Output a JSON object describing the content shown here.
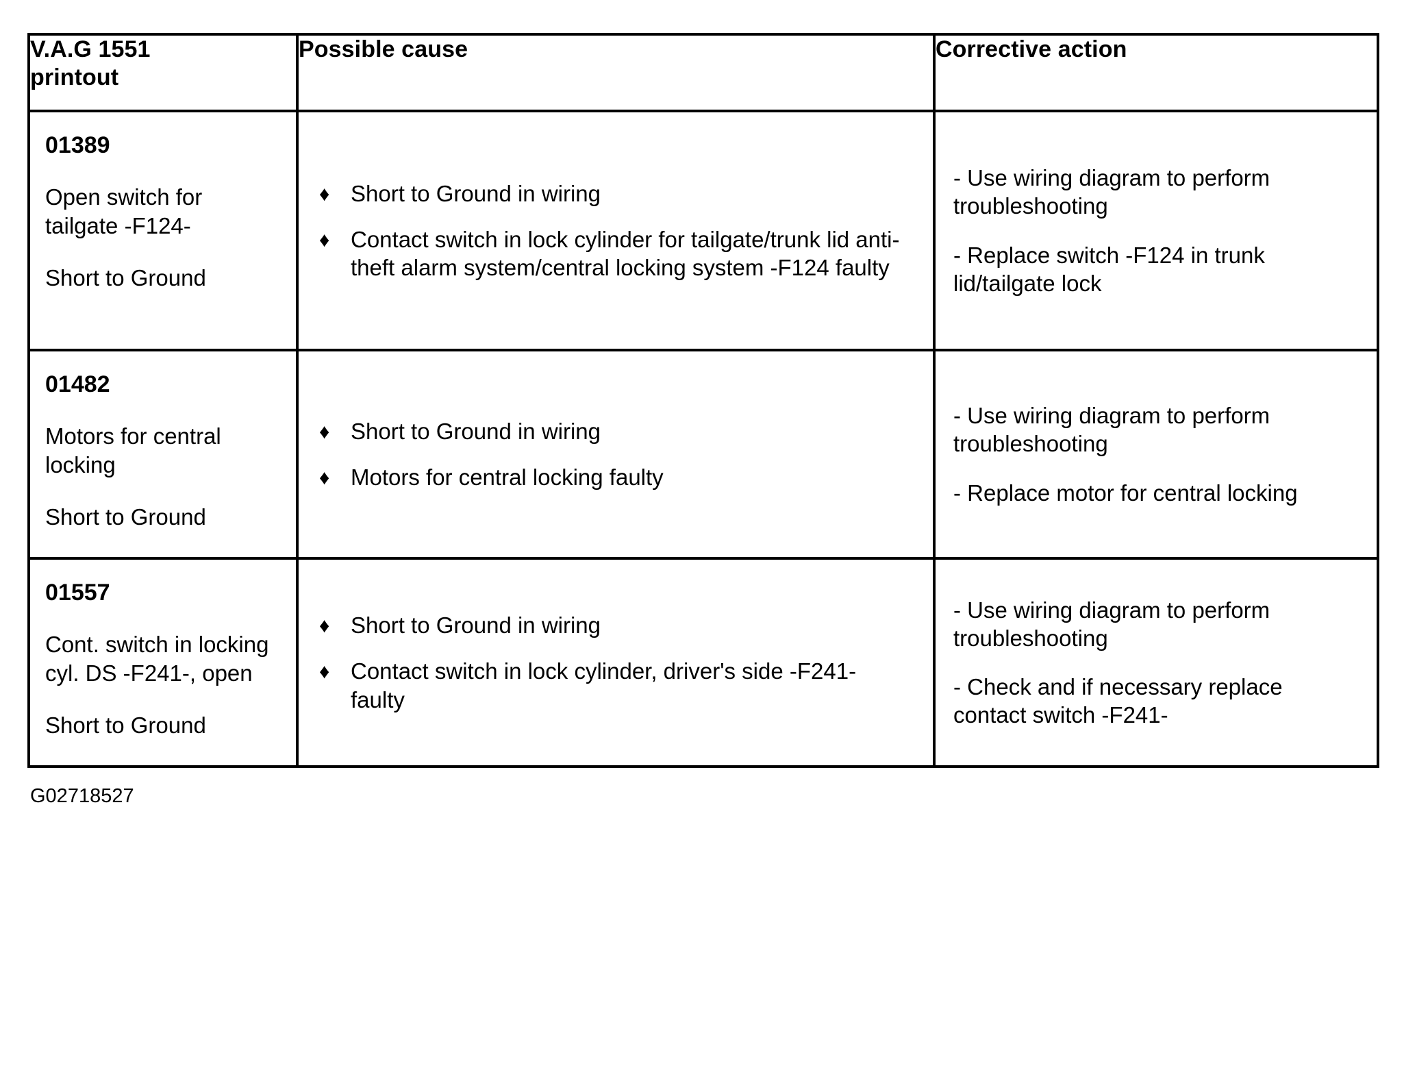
{
  "table": {
    "headers": [
      {
        "label": "V.A.G 1551\nprintout",
        "name": "header-vag-printout"
      },
      {
        "label": "Possible cause",
        "name": "header-possible-cause"
      },
      {
        "label": "Corrective action",
        "name": "header-corrective-action"
      }
    ],
    "bullet_glyph": "♦",
    "rows": [
      {
        "code": "01389",
        "description": "Open switch for tailgate -F124-",
        "fault_type": "Short to Ground",
        "causes": [
          "Short to Ground in wiring",
          "Contact switch in lock cylinder for tailgate/trunk lid anti-theft alarm system/central locking system -F124 faulty"
        ],
        "actions": [
          "- Use wiring diagram to perform troubleshooting",
          "- Replace switch -F124 in trunk lid/tailgate lock"
        ]
      },
      {
        "code": "01482",
        "description": "Motors for central locking",
        "fault_type": "Short to Ground",
        "causes": [
          "Short to Ground in wiring",
          "Motors for central locking faulty"
        ],
        "actions": [
          "- Use wiring diagram to perform troubleshooting",
          "- Replace motor for central locking"
        ]
      },
      {
        "code": "01557",
        "description": "Cont. switch in locking cyl. DS -F241-, open",
        "fault_type": "Short to Ground",
        "causes": [
          "Short to Ground in wiring",
          "Contact switch in lock cylinder, driver's side -F241- faulty"
        ],
        "actions": [
          "- Use wiring diagram to perform troubleshooting",
          "- Check and if necessary replace contact switch -F241-"
        ]
      }
    ]
  },
  "footer": {
    "code": "G02718527"
  },
  "colors": {
    "border": "#000000",
    "text": "#000000",
    "background": "#ffffff"
  }
}
